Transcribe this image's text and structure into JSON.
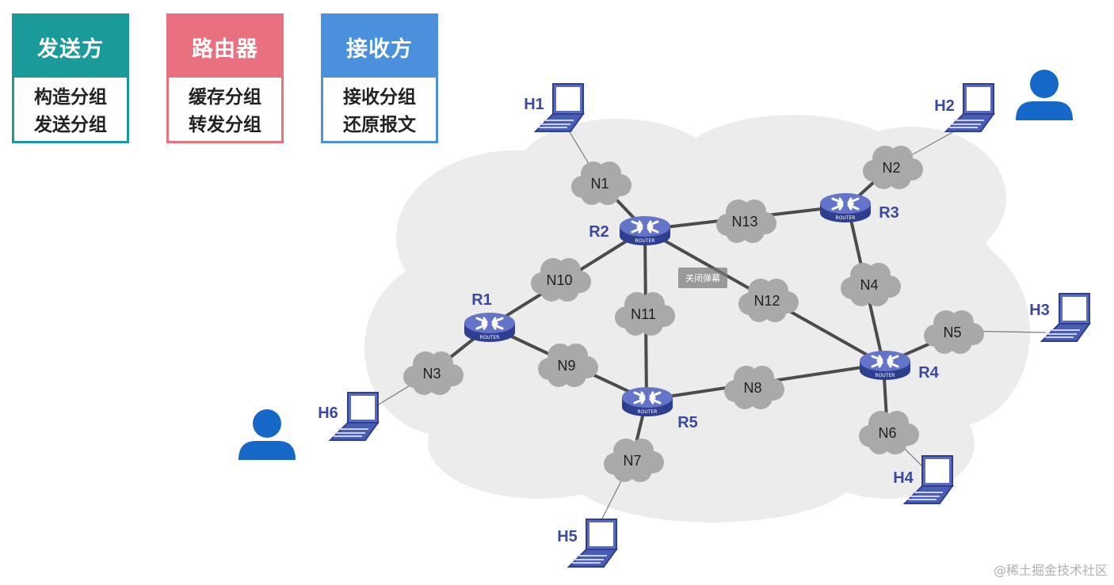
{
  "cards": [
    {
      "title": "发送方",
      "lines": [
        "构造分组",
        "发送分组"
      ],
      "color": "#1a9a9a"
    },
    {
      "title": "路由器",
      "lines": [
        "缓存分组",
        "转发分组"
      ],
      "color": "#e8707f"
    },
    {
      "title": "接收方",
      "lines": [
        "接收分组",
        "还原报文"
      ],
      "color": "#4a90dd"
    }
  ],
  "routers": {
    "R1": "R1",
    "R2": "R2",
    "R3": "R3",
    "R4": "R4",
    "R5": "R5"
  },
  "router_caption": "ROUTER",
  "networks": {
    "N1": "N1",
    "N2": "N2",
    "N3": "N3",
    "N4": "N4",
    "N5": "N5",
    "N6": "N6",
    "N7": "N7",
    "N8": "N8",
    "N9": "N9",
    "N10": "N10",
    "N11": "N11",
    "N12": "N12",
    "N13": "N13"
  },
  "hosts": {
    "H1": "H1",
    "H2": "H2",
    "H3": "H3",
    "H4": "H4",
    "H5": "H5",
    "H6": "H6"
  },
  "overlay_button": "关闭弹幕",
  "watermark": "@稀土掘金技术社区",
  "colors": {
    "router": "#4a5db4",
    "cloud": "#a9a9a9",
    "background_cloud": "#ececec",
    "label": "#3b4aa0",
    "user": "#1568c8"
  }
}
